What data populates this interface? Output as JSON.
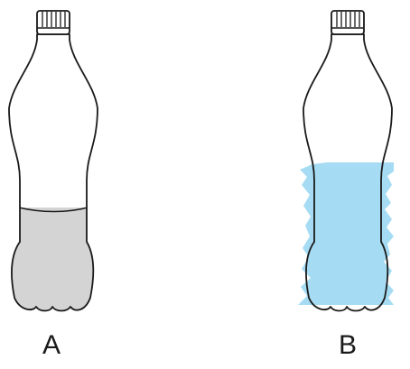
{
  "bottles": [
    {
      "label": "A",
      "liquid_color": "#d4d4d4",
      "liquid_style": "solid gray, flat surface"
    },
    {
      "label": "B",
      "liquid_color": "#a6dcf3",
      "liquid_style": "light blue, irregular edges"
    }
  ],
  "outline_color": "#1a1a1a"
}
